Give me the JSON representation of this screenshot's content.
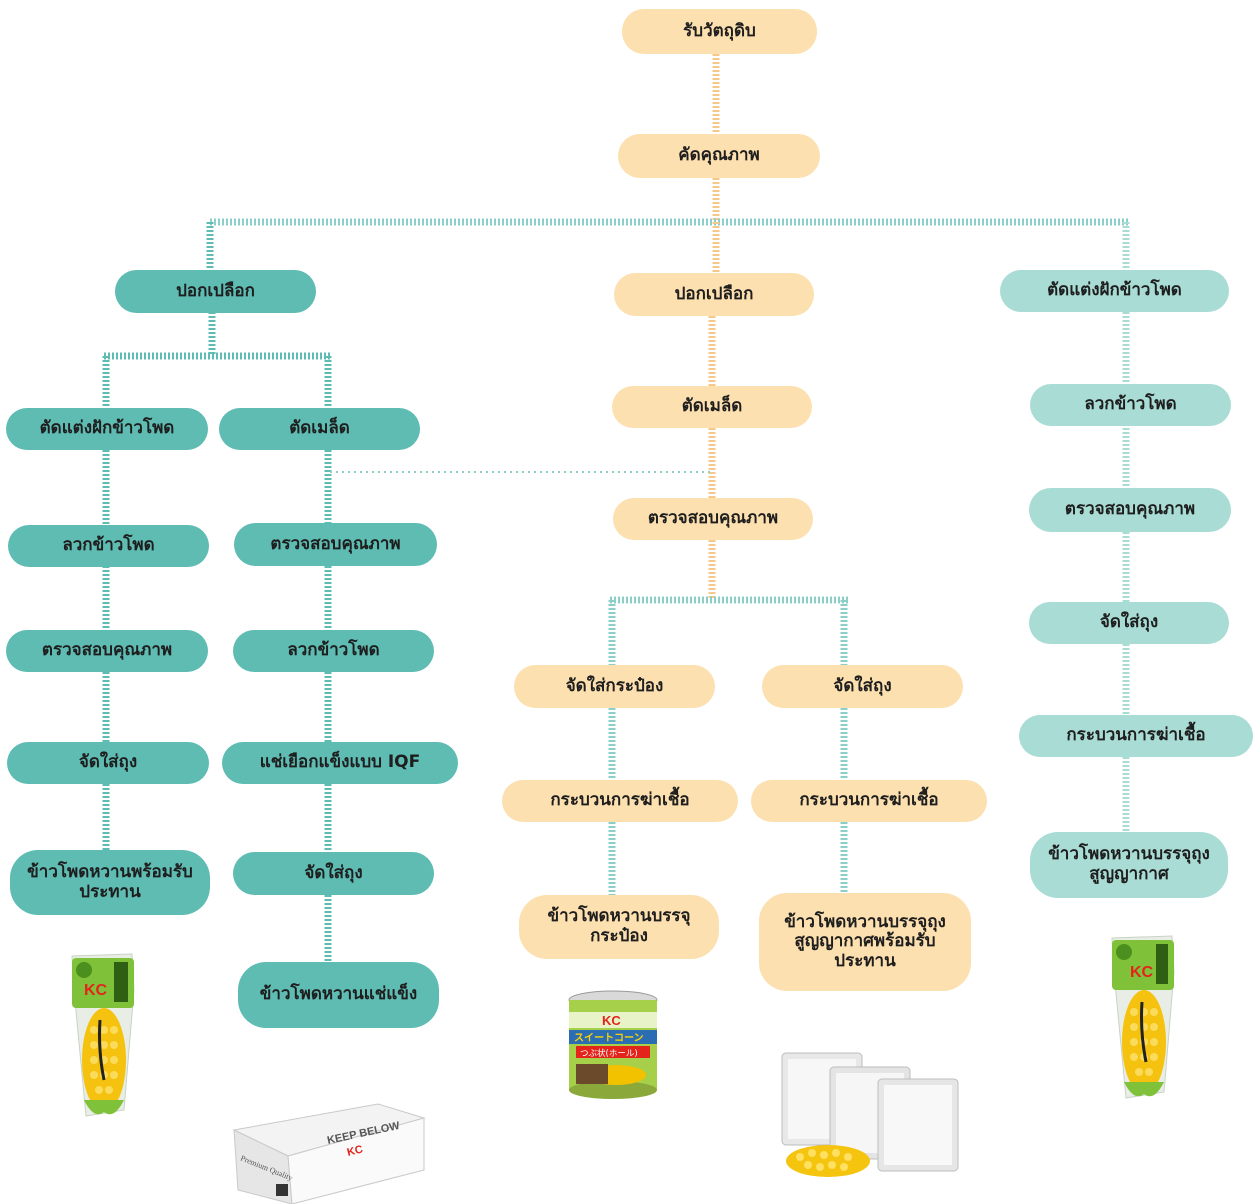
{
  "colors": {
    "peach": "#fde0b0",
    "teal": "#5ebcb3",
    "mint": "#a9dcd5",
    "connector_peach": "#f5c98a",
    "connector_teal": "#5ebcb3"
  },
  "nodes": {
    "receive": "รับวัตถุดิบ",
    "sort": "คัดคุณภาพ",
    "left": {
      "peel": "ปอกเปลือก",
      "cob": {
        "trim": "ตัดแต่งฝักข้าวโพด",
        "blanch": "ลวกข้าวโพด",
        "inspect": "ตรวจสอบคุณภาพ",
        "bag": "จัดใส่ถุง",
        "product": "ข้าวโพดหวานพร้อมรับประทาน"
      },
      "kernel": {
        "cut": "ตัดเมล็ด",
        "inspect": "ตรวจสอบคุณภาพ",
        "blanch": "ลวกข้าวโพด",
        "iqf": "แช่เยือกแข็งแบบ IQF",
        "bag": "จัดใส่ถุง",
        "product": "ข้าวโพดหวานแช่แข็ง"
      }
    },
    "center": {
      "peel": "ปอกเปลือก",
      "cut": "ตัดเมล็ด",
      "inspect": "ตรวจสอบคุณภาพ",
      "can": {
        "pack": "จัดใส่กระป๋อง",
        "sterilize": "กระบวนการฆ่าเชื้อ",
        "product": "ข้าวโพดหวานบรรจุกระป๋อง"
      },
      "bag": {
        "pack": "จัดใส่ถุง",
        "sterilize": "กระบวนการฆ่าเชื้อ",
        "product": "ข้าวโพดหวานบรรจุถุงสูญญากาศพร้อมรับประทาน"
      }
    },
    "right": {
      "trim": "ตัดแต่งฝักข้าวโพด",
      "blanch": "ลวกข้าวโพด",
      "inspect": "ตรวจสอบคุณภาพ",
      "bag": "จัดใส่ถุง",
      "sterilize": "กระบวนการฆ่าเชื้อ",
      "product": "ข้าวโพดหวานบรรจุถุงสูญญากาศ"
    }
  },
  "product_images": {
    "corn_cob_pack_left": "corn-cob-vacuum-pack-icon",
    "frozen_box": "frozen-corn-carton-icon",
    "can": "canned-corn-icon",
    "pouches": "vacuum-pouch-corn-icon",
    "corn_cob_pack_right": "corn-cob-vacuum-pack-icon"
  },
  "packaging_text": {
    "brand": "KC",
    "can_label_1": "スイートコーン",
    "can_label_2": "つぶ状(ホール)",
    "box_print_1": "KEEP BELOW",
    "box_print_2": "Premium Quality"
  }
}
